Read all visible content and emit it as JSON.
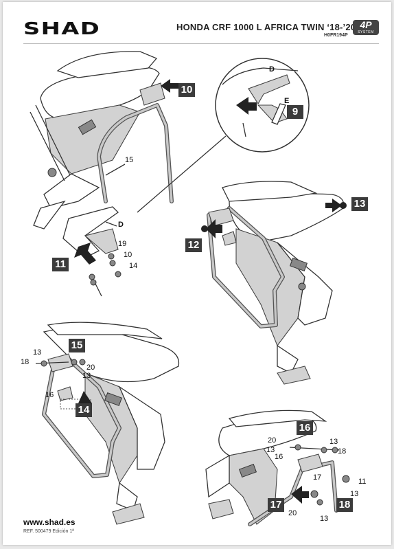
{
  "header": {
    "brand": "SHAD",
    "model_title": "HONDA CRF 1000 L AFRICA TWIN ‘18-’20",
    "product_code": "H0FR194P",
    "system_badge": "4P",
    "system_badge_sub": "SYSTEM"
  },
  "steps": {
    "s9": "9",
    "s10": "10",
    "s11": "11",
    "s12": "12",
    "s13": "13",
    "s14": "14",
    "s15": "15",
    "s16": "16",
    "s17": "17",
    "s18": "18"
  },
  "parts": {
    "p15": "15",
    "pD": "D",
    "pD2": "D",
    "pE": "E",
    "p19": "19",
    "p10": "10",
    "p14": "14",
    "p13a": "13",
    "p18a": "18",
    "p20a": "20",
    "p13b": "13",
    "p16a": "16",
    "p20b": "20",
    "p13c": "13",
    "p13d": "13",
    "p16b": "16",
    "p18b": "18",
    "p17": "17",
    "p11": "11",
    "p13e": "13",
    "p20c": "20",
    "p13f": "13"
  },
  "footer": {
    "url": "www.shad.es",
    "ref": "REF. 500479 Edición 1ª"
  }
}
